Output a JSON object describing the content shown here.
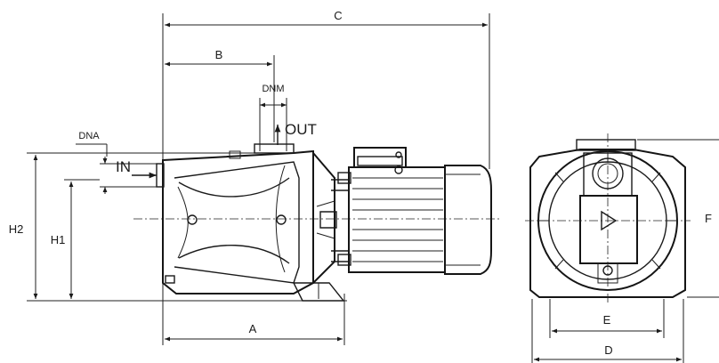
{
  "labels": {
    "c": "C",
    "b": "B",
    "dnm": "DNM",
    "out": "OUT",
    "dna": "DNA",
    "in": "IN",
    "h2": "H2",
    "h1": "H1",
    "a": "A",
    "e": "E",
    "d": "D",
    "f": "F"
  }
}
